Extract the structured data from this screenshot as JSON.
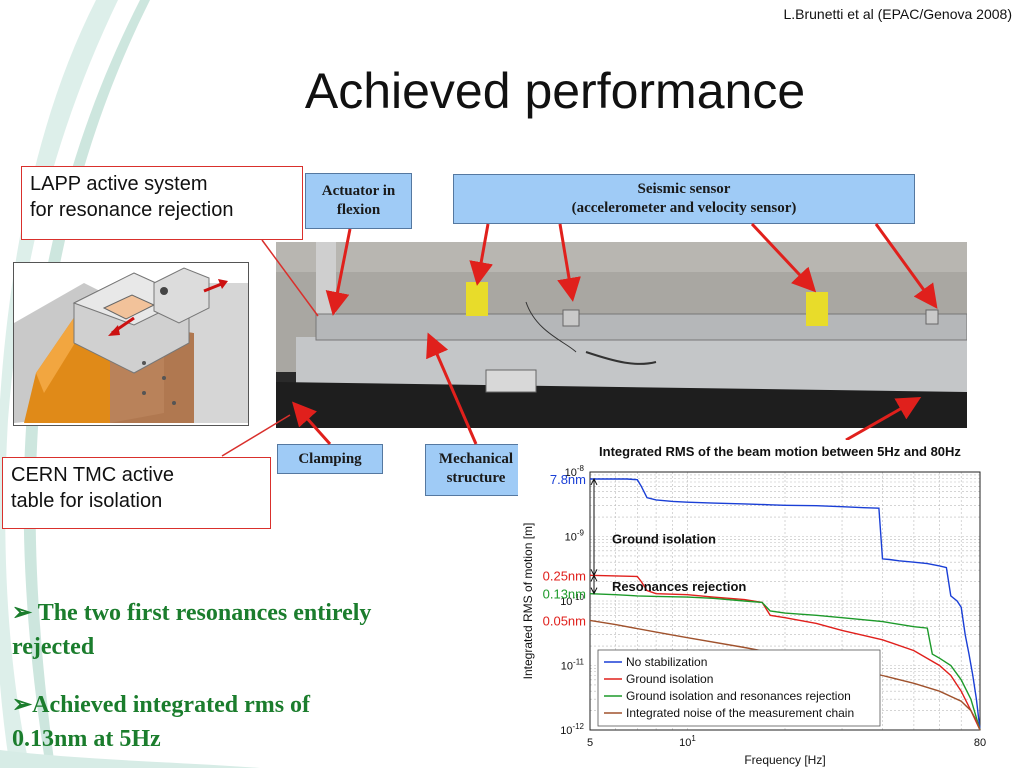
{
  "slide": {
    "citation": "L.Brunetti et al (EPAC/Genova 2008)",
    "title": "Achieved performance"
  },
  "callouts": {
    "lapp_line1": "LAPP active system",
    "lapp_line2": "for resonance rejection",
    "cern_line1": "CERN TMC active",
    "cern_line2": "table for isolation"
  },
  "labels": {
    "actuator_line1": "Actuator in",
    "actuator_line2": "flexion",
    "seismic_line1": "Seismic sensor",
    "seismic_line2": "(accelerometer and velocity sensor)",
    "clamping": "Clamping",
    "mechanical_line1": "Mechanical",
    "mechanical_line2": "structure"
  },
  "bullets": {
    "b1_marker": "➢",
    "b1_line1": "The two first resonances entirely",
    "b1_line2": "rejected",
    "b2_marker": "➢",
    "b2_line1": "Achieved integrated rms of",
    "b2_line2": "0.13nm at 5Hz"
  },
  "colors": {
    "callout_border": "#d9302c",
    "label_fill": "#9fcbf6",
    "bullet_text": "#1b7d2d",
    "arrow": "#e0201c"
  },
  "chart_data": {
    "type": "line",
    "title": "Integrated RMS of the beam motion between 5Hz and 80Hz",
    "xlabel": "Frequency [Hz]",
    "ylabel": "Integrated RMS of motion [m]",
    "x_scale": "log",
    "y_scale": "log",
    "xlim": [
      5,
      80
    ],
    "ylim": [
      1e-12,
      1e-08
    ],
    "grid": true,
    "legend_position": "bottom-right",
    "x_ticks": [
      {
        "value": 5,
        "label": "5"
      },
      {
        "value": 10,
        "label": "10",
        "sup": "1"
      },
      {
        "value": 80,
        "label": "80"
      }
    ],
    "y_ticks": [
      {
        "value": 1e-08,
        "label": "10",
        "sup": "-8"
      },
      {
        "value": 1e-09,
        "label": "10",
        "sup": "-9"
      },
      {
        "value": 1e-10,
        "label": "10",
        "sup": "-10"
      },
      {
        "value": 1e-11,
        "label": "10",
        "sup": "-11"
      },
      {
        "value": 1e-12,
        "label": "10",
        "sup": "-12"
      }
    ],
    "annotations": [
      {
        "text": "7.8nm",
        "y": 7.8e-09,
        "color": "#1a3fd6"
      },
      {
        "text": "0.25nm",
        "y": 2.5e-10,
        "color": "#e0201c"
      },
      {
        "text": "0.13nm",
        "y": 1.3e-10,
        "color": "#1d9a2a"
      },
      {
        "text": "0.05nm",
        "y": 5e-11,
        "color": "#e0201c"
      }
    ],
    "region_labels": [
      {
        "text": "Ground isolation",
        "x": 5.6,
        "y": 9e-10
      },
      {
        "text": "Resonances rejection",
        "x": 5.6,
        "y": 1.65e-10
      }
    ],
    "series": [
      {
        "name": "No stabilization",
        "color": "#1a3fd6",
        "x": [
          5,
          6.5,
          7,
          7.2,
          7.5,
          8,
          9,
          10,
          12,
          15,
          18,
          20,
          25,
          30,
          35,
          39,
          40,
          42,
          45,
          50,
          55,
          60,
          63,
          65,
          68,
          70,
          72,
          74,
          76,
          78,
          80
        ],
        "y": [
          7.8e-09,
          7.8e-09,
          7.6e-09,
          6e-09,
          4e-09,
          3.7e-09,
          3.5e-09,
          3.4e-09,
          3.3e-09,
          3.2e-09,
          3.1e-09,
          3.05e-09,
          3e-09,
          2.9e-09,
          2.8e-09,
          2.75e-09,
          4.5e-10,
          4.4e-10,
          4.2e-10,
          4e-10,
          3.8e-10,
          3.5e-10,
          3.3e-10,
          1.2e-10,
          1e-10,
          8e-11,
          3e-11,
          1.5e-11,
          7e-12,
          3e-12,
          1e-12
        ]
      },
      {
        "name": "Ground isolation",
        "color": "#e0201c",
        "x": [
          5,
          6,
          7,
          7.2,
          7.5,
          8,
          10,
          12,
          15,
          17,
          18,
          20,
          25,
          30,
          40,
          50,
          60,
          65,
          70,
          75,
          80
        ],
        "y": [
          2.5e-10,
          2.45e-10,
          2.4e-10,
          2e-10,
          1.45e-10,
          1.3e-10,
          1.25e-10,
          1.15e-10,
          1.05e-10,
          9.5e-11,
          6e-11,
          5.5e-11,
          4.5e-11,
          3.5e-11,
          2.5e-11,
          1.7e-11,
          1e-11,
          7e-12,
          4e-12,
          2e-12,
          1e-12
        ]
      },
      {
        "name": "Ground isolation and resonances rejection",
        "color": "#1d9a2a",
        "x": [
          5,
          6,
          7,
          8,
          10,
          12,
          15,
          17,
          18,
          20,
          25,
          30,
          40,
          50,
          55,
          57,
          60,
          65,
          70,
          75,
          80
        ],
        "y": [
          1.3e-10,
          1.25e-10,
          1.2e-10,
          1.18e-10,
          1.15e-10,
          1.1e-10,
          1e-10,
          9.5e-11,
          7e-11,
          6.5e-11,
          6e-11,
          5.5e-11,
          4.8e-11,
          4e-11,
          3.8e-11,
          1.5e-11,
          1.3e-11,
          1e-11,
          6e-12,
          3e-12,
          1e-12
        ]
      },
      {
        "name": "Integrated noise of the measurement chain",
        "color": "#a0522d",
        "x": [
          5,
          6,
          8,
          10,
          15,
          20,
          30,
          40,
          50,
          60,
          70,
          75,
          78,
          80
        ],
        "y": [
          5e-11,
          4.3e-11,
          3.3e-11,
          2.7e-11,
          1.9e-11,
          1.45e-11,
          9.5e-12,
          7e-12,
          5.3e-12,
          4e-12,
          2.8e-12,
          2e-12,
          1.4e-12,
          1e-12
        ]
      }
    ]
  }
}
